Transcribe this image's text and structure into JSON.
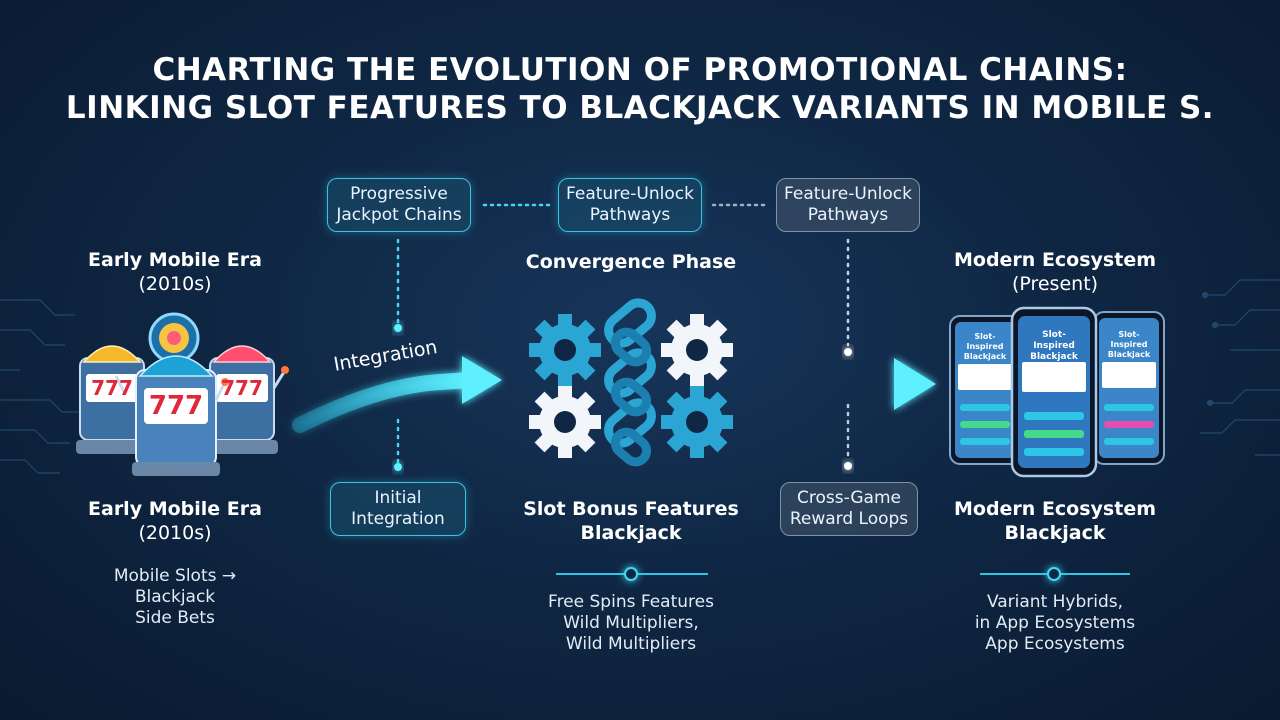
{
  "title": {
    "line1": "CHARTING THE EVOLUTION OF PROMOTIONAL CHAINS:",
    "line2": "LINKING SLOT FEATURES TO BLACKJACK VARIANTS IN MOBILE S."
  },
  "tags": {
    "progressive": {
      "line1": "Progressive",
      "line2": "Jackpot Chains"
    },
    "feature_unlock_1": {
      "line1": "Feature-Unlock",
      "line2": "Pathways"
    },
    "feature_unlock_2": {
      "line1": "Feature-Unlock",
      "line2": "Pathways"
    },
    "initial": {
      "line1": "Initial",
      "line2": "Integration"
    },
    "cross_game": {
      "line1": "Cross-Game",
      "line2": "Reward Loops"
    }
  },
  "arrow_label": "Integration",
  "left": {
    "top_heading": {
      "line1": "Early Mobile Era",
      "line2": "(2010s)"
    },
    "bottom_heading": {
      "line1": "Early Mobile Era",
      "line2": "(2010s)"
    },
    "desc": {
      "line1": "Mobile Slots →",
      "line2": "Blackjack",
      "line3": "Side Bets"
    },
    "reel_text": "777"
  },
  "center": {
    "top_heading": "Convergence Phase",
    "bottom_heading": {
      "line1": "Slot Bonus Features",
      "line2": "Blackjack"
    },
    "desc": {
      "line1": "Free Spins Features",
      "line2": "Wild Multipliers,",
      "line3": "Wild Multipliers"
    }
  },
  "right": {
    "top_heading": {
      "line1": "Modern Ecosystem",
      "line2": "(Present)"
    },
    "bottom_heading": {
      "line1": "Modern Ecosystem",
      "line2": "Blackjack"
    },
    "desc": {
      "line1": "Variant Hybrids,",
      "line2": "in App Ecosystems",
      "line3": "App Ecosystems"
    },
    "phone_left_title": "Slot-Inspired Blackjack",
    "phone_center_title": "Slot-Inspired Blackjack",
    "phone_right_title": "Slot-Inspired Blackjack"
  },
  "icons": {
    "left": "slot-machine-icon",
    "center": "gears-and-chain-icon",
    "right": "smartphone-icon"
  },
  "colors": {
    "accent": "#36c6e6",
    "background": "#0f2744",
    "grey_border": "#7f93a8"
  }
}
